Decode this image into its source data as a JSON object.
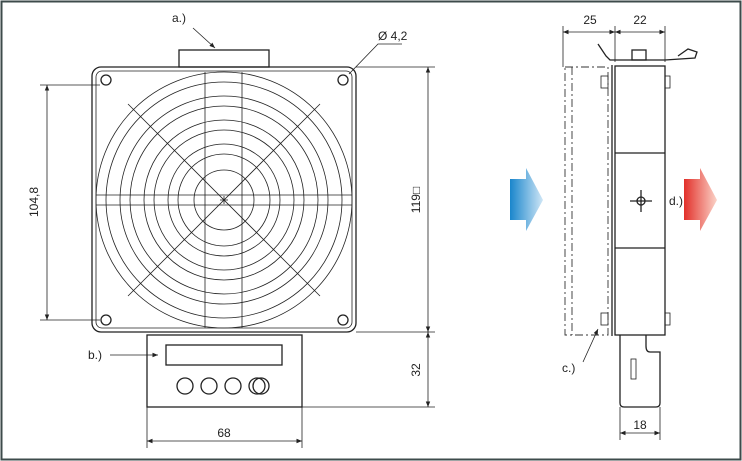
{
  "callouts": {
    "a": "a.)",
    "b": "b.)",
    "c": "c.)",
    "d": "d.)"
  },
  "dimensions": {
    "hole_diameter": "Ø 4,2",
    "hole_spacing": "104,8",
    "housing_size": "119□",
    "bottom_height": "32",
    "bottom_width": "68",
    "side_fan_depth": "25",
    "side_body_depth": "22",
    "foot_width": "18"
  },
  "colors": {
    "airflow_in": "#2a8fd0",
    "airflow_out": "#e8413a",
    "frame": "#3d4b4b"
  }
}
